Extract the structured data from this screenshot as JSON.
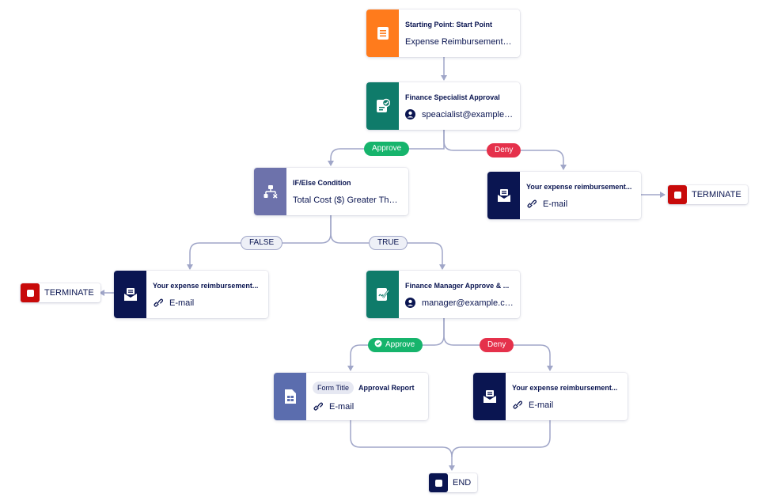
{
  "colors": {
    "start": "#ff7b1c",
    "approval": "#0f7b6a",
    "condition": "#6d72ab",
    "email": "#0a1551",
    "report": "#5b6dae",
    "terminate": "#c80a0a",
    "connector": "#a0a6c8"
  },
  "nodes": {
    "start": {
      "title": "Starting Point: Start Point",
      "subtitle": "Expense Reimbursement F...",
      "icon": "form-icon"
    },
    "specialist": {
      "title": "Finance Specialist Approval",
      "subtitle": "speacialist@example....",
      "icon": "approval-check-icon",
      "sub_icon": "user-icon"
    },
    "condition": {
      "title": "IF/Else Condition",
      "subtitle": "Total Cost ($) Greater Than \"",
      "icon": "condition-branch-icon"
    },
    "email_deny1": {
      "title": "Your expense reimbursement...",
      "subtitle": "E-mail",
      "icon": "email-icon",
      "sub_icon": "link-icon"
    },
    "email_false": {
      "title": "Your expense reimbursement...",
      "subtitle": "E-mail",
      "icon": "email-icon",
      "sub_icon": "link-icon"
    },
    "manager": {
      "title": "Finance Manager Approve & ...",
      "subtitle": "manager@example.com",
      "icon": "approval-sign-icon",
      "sub_icon": "user-icon"
    },
    "report": {
      "chip": "Form Title",
      "title": "Approval Report",
      "subtitle": "E-mail",
      "icon": "report-icon",
      "sub_icon": "link-icon"
    },
    "email_deny2": {
      "title": "Your expense reimbursement...",
      "subtitle": "E-mail",
      "icon": "email-icon",
      "sub_icon": "link-icon"
    }
  },
  "pills": {
    "approve1": "Approve",
    "deny1": "Deny",
    "false": "FALSE",
    "true": "TRUE",
    "approve2": "Approve",
    "deny2": "Deny"
  },
  "terminals": {
    "terminate_right": "TERMINATE",
    "terminate_left": "TERMINATE",
    "end": "END"
  }
}
